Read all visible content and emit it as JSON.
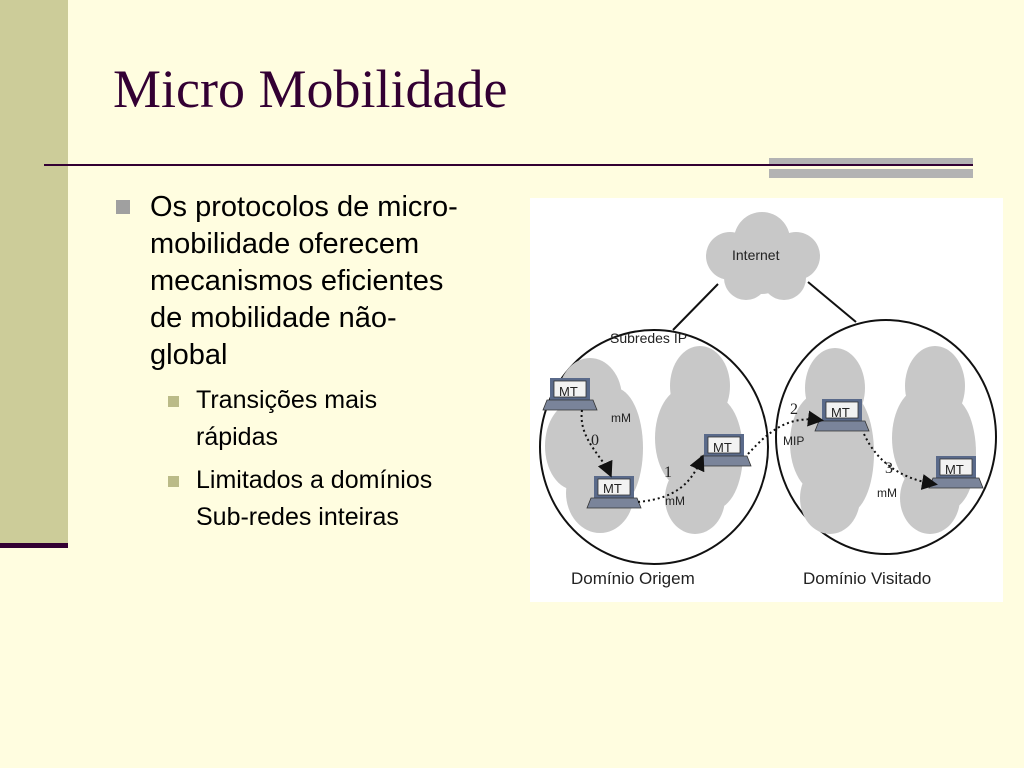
{
  "slide": {
    "title": "Micro Mobilidade",
    "bullets": [
      {
        "lines": [
          "Os protocolos de micro-",
          "mobilidade oferecem",
          "mecanismos eficientes",
          "de mobilidade não-",
          "global"
        ],
        "sub": [
          {
            "lines": [
              "Transições mais",
              "rápidas"
            ]
          },
          {
            "lines": [
              "Limitados a domínios",
              "Sub-redes inteiras"
            ]
          }
        ]
      }
    ]
  },
  "diagram": {
    "internet_label": "Internet",
    "subnets_label": "Subredes IP",
    "terminal_label": "MT",
    "mm_label": "mM",
    "mip_label": "MIP",
    "steps": [
      "0",
      "1",
      "2",
      "3"
    ],
    "origin_domain_label": "Domínio Origem",
    "visited_domain_label": "Domínio Visitado"
  },
  "colors": {
    "background": "#fffde0",
    "sidebar": "#cccc99",
    "title": "#330033",
    "cloud": "#c8c8c8"
  }
}
